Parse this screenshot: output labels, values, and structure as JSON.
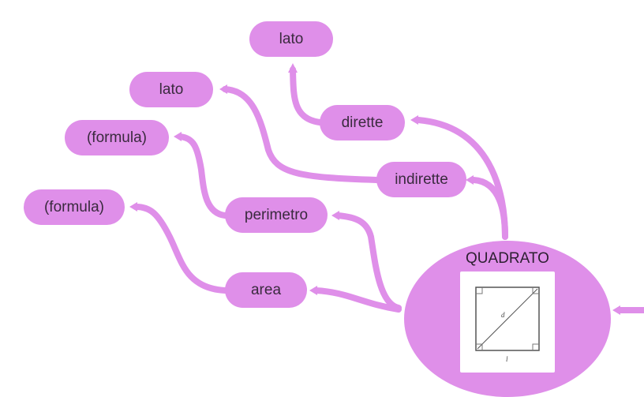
{
  "central": {
    "title": "QUADRATO",
    "image": "square-with-diagonal-icon",
    "image_labels": {
      "diagonal": "d",
      "side": "l"
    }
  },
  "nodes": {
    "lato_top": "lato",
    "lato_mid": "lato",
    "formula_upper": "(formula)",
    "formula_lower": "(formula)",
    "dirette": "dirette",
    "indirette": "indirette",
    "perimetro": "perimetro",
    "area": "area"
  },
  "colors": {
    "node_fill": "#df8fe9",
    "connector": "#df8fe9",
    "text": "#3a2a3e"
  }
}
